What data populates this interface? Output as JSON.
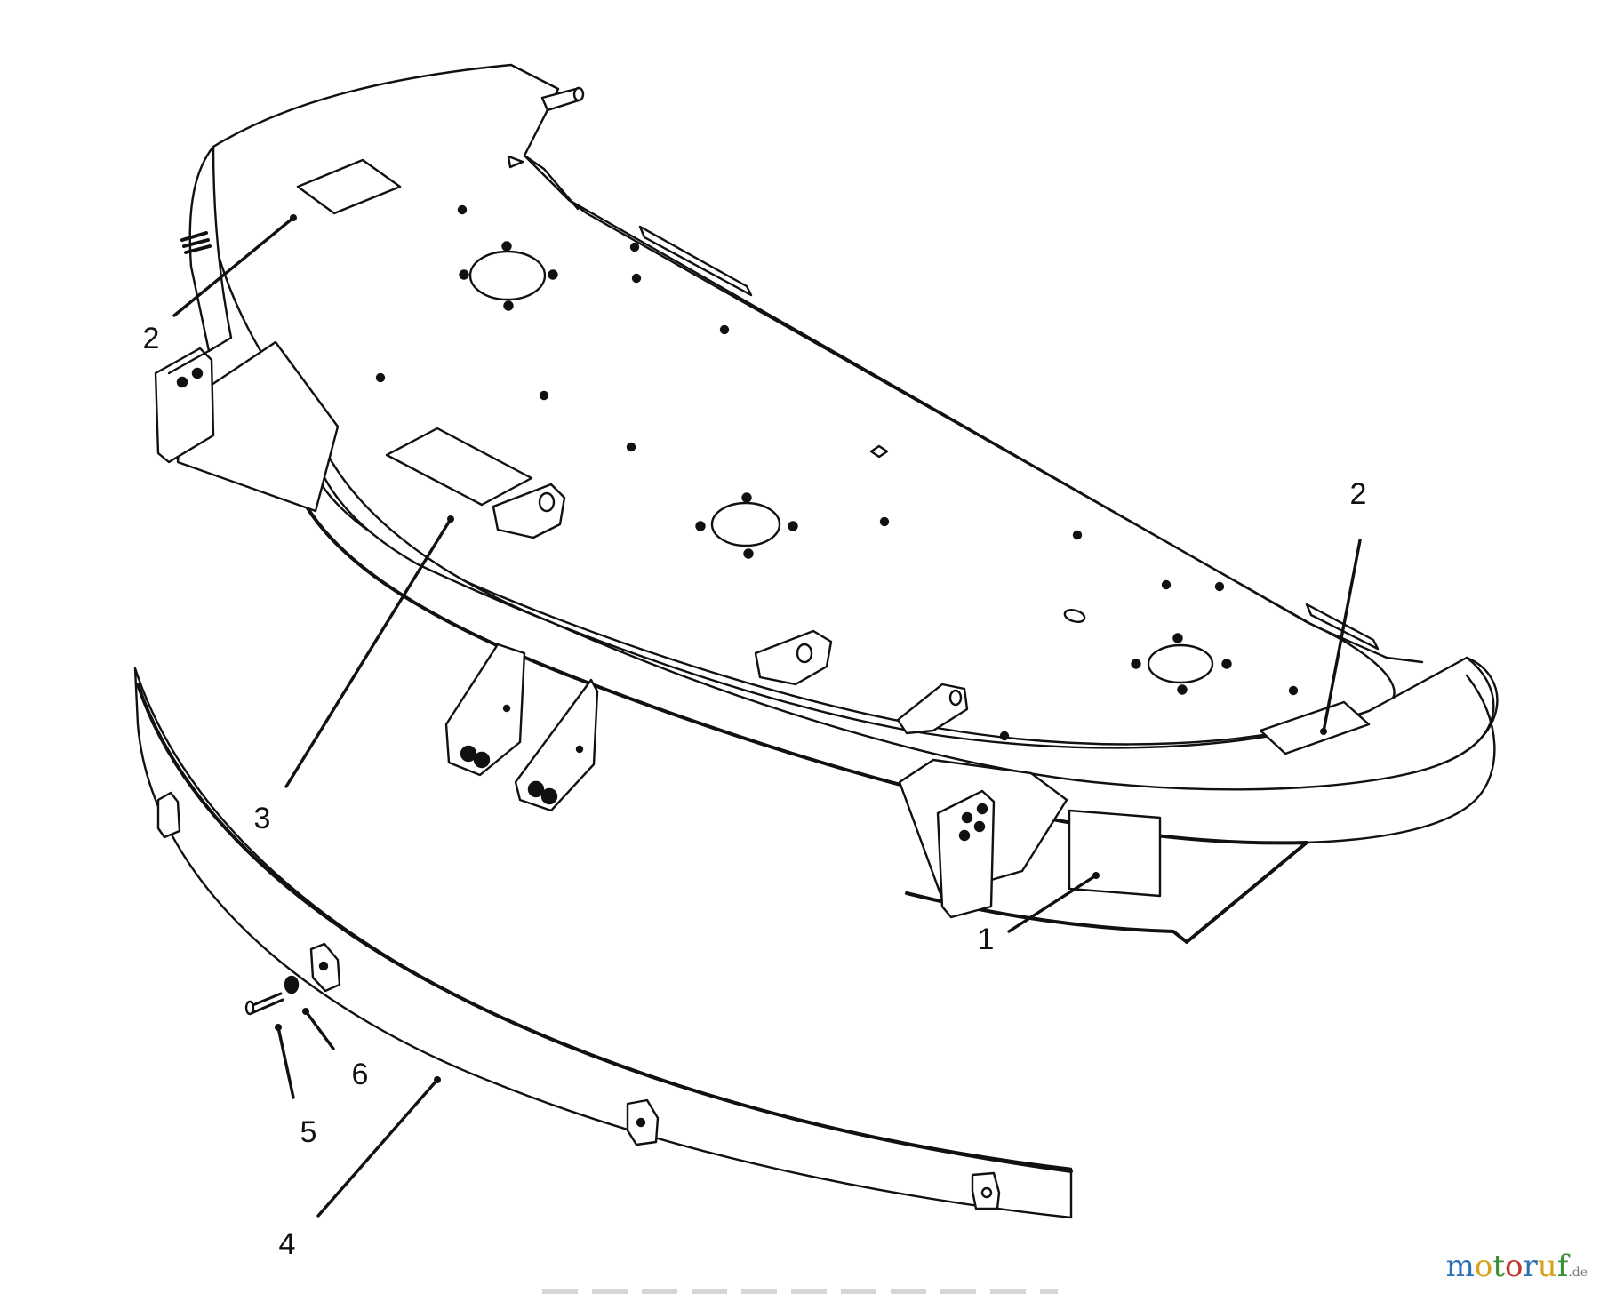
{
  "diagram": {
    "callouts": {
      "c1": "1",
      "c2a": "2",
      "c2b": "2",
      "c3": "3",
      "c4": "4",
      "c5": "5",
      "c6": "6"
    }
  },
  "watermark": {
    "letters": [
      "m",
      "o",
      "t",
      "o",
      "r",
      "u",
      "f"
    ],
    "letter_colors": [
      "#2d6fb3",
      "#d8a21a",
      "#3a8f3a",
      "#c0392b",
      "#2d6fb3",
      "#d8a21a",
      "#3a8f3a"
    ],
    "tld": ".de"
  },
  "colors": {
    "line": "#111111",
    "paper": "#ffffff",
    "shadow": "#cfcfcf"
  }
}
